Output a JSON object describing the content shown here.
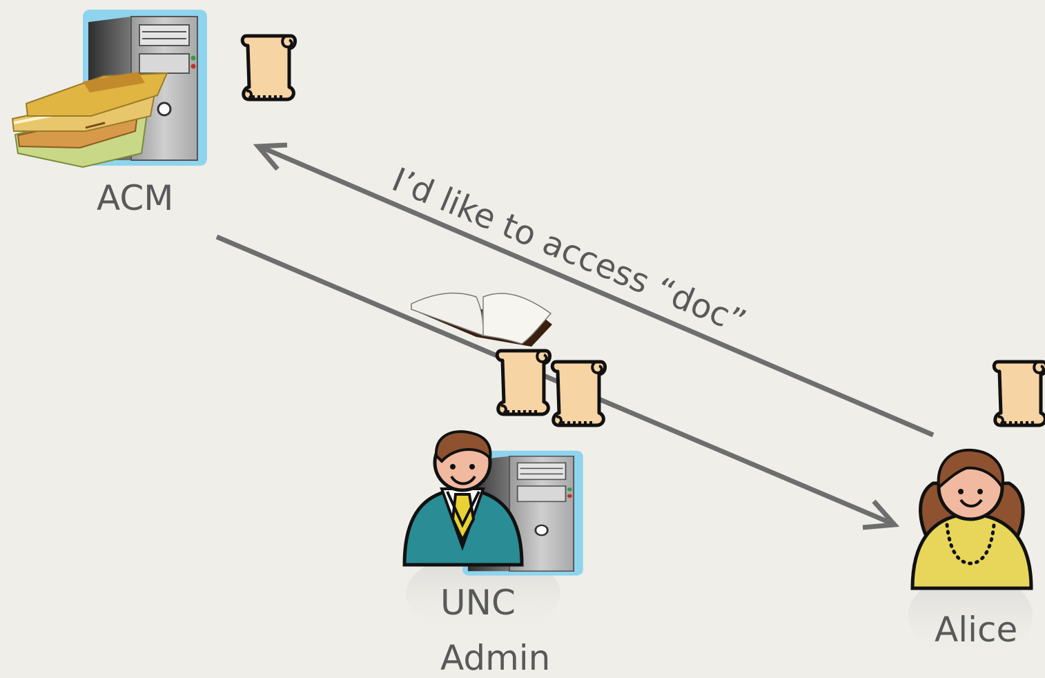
{
  "nodes": {
    "acm": {
      "label": "ACM"
    },
    "unc_admin": {
      "label_line1": "UNC",
      "label_line2": "Admin"
    },
    "alice": {
      "label": "Alice"
    }
  },
  "arrows": {
    "request": {
      "label": "I’d like to access “doc”"
    }
  },
  "icons": {
    "acm": [
      "server-tower-icon",
      "books-stack-icon",
      "scroll-icon"
    ],
    "unc_admin": [
      "businessman-icon",
      "server-tower-icon",
      "scroll-icon",
      "scroll-icon"
    ],
    "alice": [
      "woman-icon",
      "scroll-icon"
    ],
    "document": "open-book-icon"
  },
  "colors": {
    "background": "#efeee8",
    "arrow": "#6e6e6e",
    "label_text": "#595959",
    "scroll_paper": "#f7d4a4",
    "server_frame": "#8fd4ee",
    "admin_suit": "#2a8c95",
    "alice_dress": "#e8d65a",
    "hair": "#8e5230"
  }
}
